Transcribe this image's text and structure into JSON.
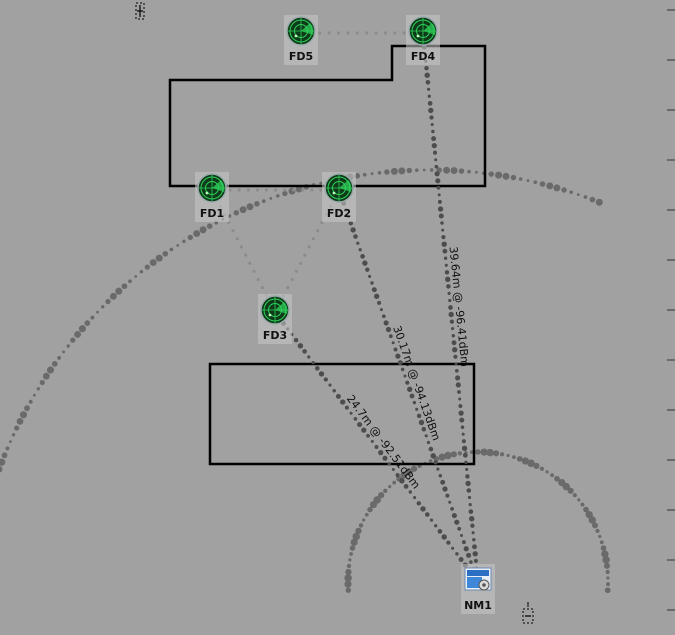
{
  "colors": {
    "background": "#a1a1a1",
    "link_dots": "#4d4d4d",
    "mesh_dots": "#8c8c8c",
    "range_dots": "#6a6a6a",
    "obstacle_stroke": "#000000",
    "radar_green": "#2fd05a",
    "nm_blue": "#2b6fc4"
  },
  "nodes": [
    {
      "id": "FD5",
      "label": "FD5",
      "icon": "radar-icon"
    },
    {
      "id": "FD4",
      "label": "FD4",
      "icon": "radar-icon"
    },
    {
      "id": "FD1",
      "label": "FD1",
      "icon": "radar-icon"
    },
    {
      "id": "FD2",
      "label": "FD2",
      "icon": "radar-icon"
    },
    {
      "id": "FD3",
      "label": "FD3",
      "icon": "radar-icon"
    },
    {
      "id": "NM1",
      "label": "NM1",
      "icon": "network-manager-icon"
    }
  ],
  "links": [
    {
      "from": "FD4",
      "to": "NM1",
      "text": "39.64m @ -96.41dBm"
    },
    {
      "from": "FD2",
      "to": "NM1",
      "text": "30.17m @ -94.13dBm"
    },
    {
      "from": "FD3",
      "to": "NM1",
      "text": "24.7m @ -92.51dBm"
    }
  ],
  "mesh_links": [
    {
      "from": "FD5",
      "to": "FD4"
    },
    {
      "from": "FD1",
      "to": "FD2"
    },
    {
      "from": "FD1",
      "to": "FD3"
    },
    {
      "from": "FD2",
      "to": "FD3"
    }
  ],
  "obstacles": [
    "obstacle-upper",
    "obstacle-lower"
  ]
}
